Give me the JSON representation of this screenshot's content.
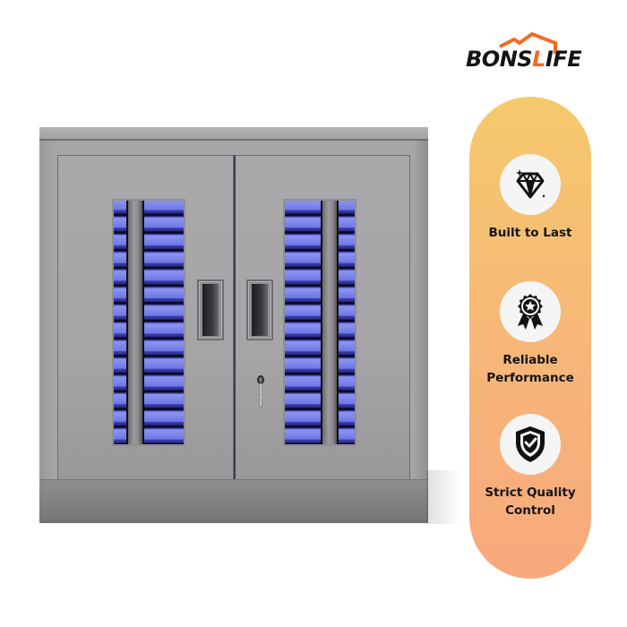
{
  "brand": {
    "name": "BONSLIFE",
    "text_before_l": "BONS",
    "text_after_l": "IFE",
    "accent_color": "#f26a24",
    "text_color": "#141414"
  },
  "product": {
    "type": "two-door steel storage cabinet with viewing windows",
    "body_color": "#a6a6a8",
    "window_tint": "#7a82ec"
  },
  "features_panel": {
    "gradient_top": "#f6c96c",
    "gradient_bottom": "#f8a97d",
    "items": [
      {
        "icon": "diamond-icon",
        "label": "Built to Last"
      },
      {
        "icon": "award-ribbon-icon",
        "label": "Reliable Performance"
      },
      {
        "icon": "shield-check-icon",
        "label": "Strict Quality Control"
      }
    ]
  }
}
